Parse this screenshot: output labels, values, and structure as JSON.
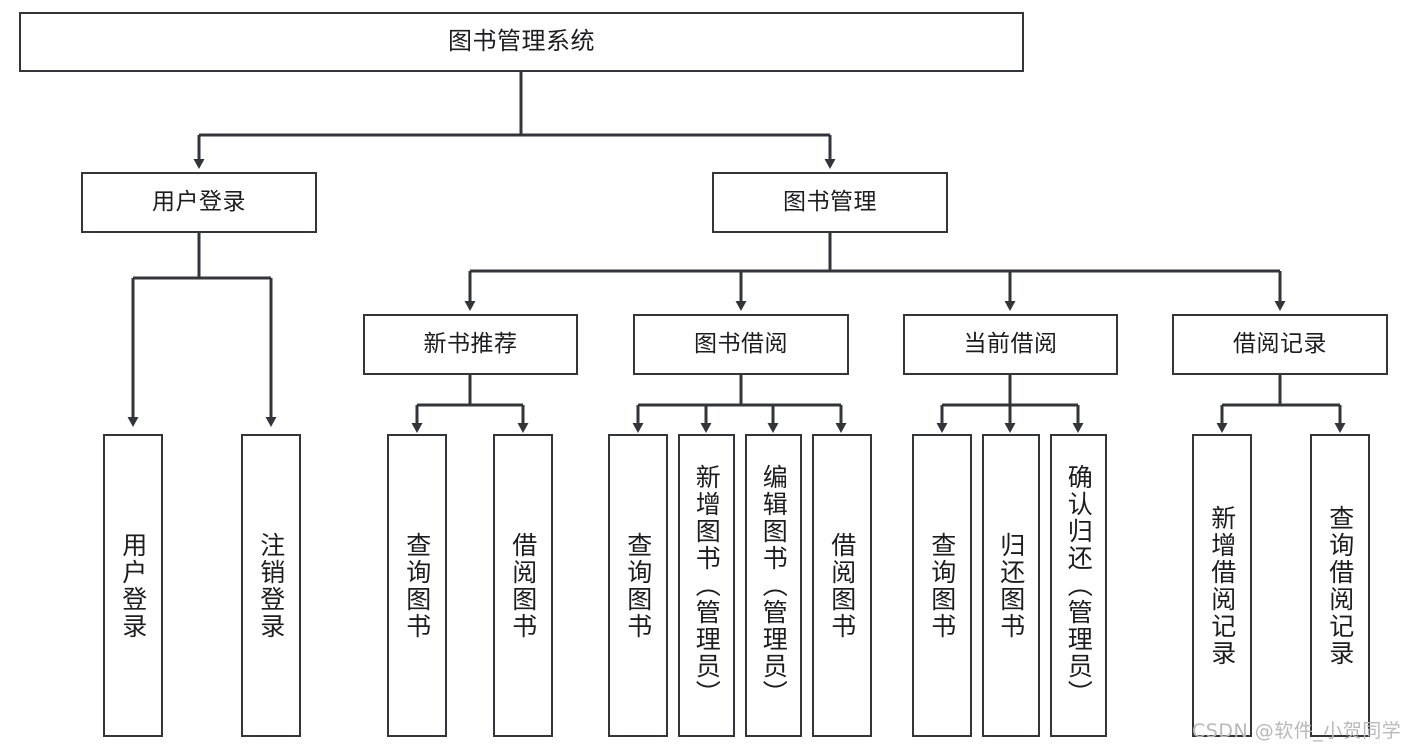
{
  "diagram": {
    "type": "tree-hierarchy-chart",
    "title": "图书管理系统",
    "colors": {
      "stroke": "#33353a",
      "fill": "#ffffff",
      "text": "#1d1d1f",
      "watermark": "#b9b9bb"
    },
    "nodes": {
      "root": {
        "label": "图书管理系统"
      },
      "level2": [
        {
          "id": "user-login",
          "label": "用户登录"
        },
        {
          "id": "book-management",
          "label": "图书管理"
        }
      ],
      "level3": [
        {
          "id": "new-book-recommend",
          "label": "新书推荐"
        },
        {
          "id": "book-borrow",
          "label": "图书借阅"
        },
        {
          "id": "current-borrow",
          "label": "当前借阅"
        },
        {
          "id": "borrow-record",
          "label": "借阅记录"
        }
      ],
      "leaves": {
        "user-login": [
          {
            "id": "leaf-user-login",
            "label": "用户登录"
          },
          {
            "id": "leaf-logout-login",
            "label": "注销登录"
          }
        ],
        "new-book-recommend": [
          {
            "id": "leaf-query-book-1",
            "label": "查询图书"
          },
          {
            "id": "leaf-borrow-book-1",
            "label": "借阅图书"
          }
        ],
        "book-borrow": [
          {
            "id": "leaf-query-book-2",
            "label": "查询图书"
          },
          {
            "id": "leaf-add-book-admin",
            "label": "新增图书（管理员）"
          },
          {
            "id": "leaf-edit-book-admin",
            "label": "编辑图书（管理员）"
          },
          {
            "id": "leaf-borrow-book-2",
            "label": "借阅图书"
          }
        ],
        "current-borrow": [
          {
            "id": "leaf-query-book-3",
            "label": "查询图书"
          },
          {
            "id": "leaf-return-book",
            "label": "归还图书"
          },
          {
            "id": "leaf-confirm-return-admin",
            "label": "确认归还（管理员）"
          }
        ],
        "borrow-record": [
          {
            "id": "leaf-add-borrow-record",
            "label": "新增借阅记录"
          },
          {
            "id": "leaf-query-borrow-record",
            "label": "查询借阅记录"
          }
        ]
      }
    },
    "watermark": "CSDN @软件_小贺同学"
  }
}
